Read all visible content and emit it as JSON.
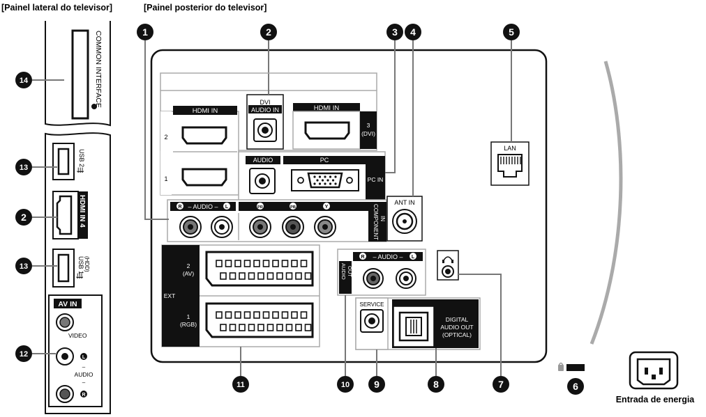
{
  "header": {
    "side_panel_title": "[Painel lateral do televisor]",
    "rear_panel_title": "[Painel posterior do televisor]"
  },
  "side_panel": {
    "common_interface": "COMMON INTERFACE",
    "usb2": "USB 2",
    "hdmi_in_4": "HDMI IN 4",
    "usb1_hdd": "(HDD)",
    "usb1": "USB 1",
    "av_in": "AV IN",
    "video": "VIDEO",
    "audio": "AUDIO",
    "dash": "–",
    "l_mark": "L",
    "r_mark": "R"
  },
  "rear_panel": {
    "hdmi_in_left": "HDMI IN",
    "hdmi_port_2": "2",
    "hdmi_port_1": "1",
    "dvi_audio_in_1": "DVI",
    "dvi_audio_in_2": "AUDIO IN",
    "hdmi_in_right": "HDMI IN",
    "hdmi_port_3a": "3",
    "hdmi_port_3b": "(DVI)",
    "audio": "AUDIO",
    "pc": "PC",
    "pc_in": "PC IN",
    "lan": "LAN",
    "component_audio": "– AUDIO –",
    "component_in_1": "COMPONENT",
    "component_in_2": "IN",
    "r_mark": "R",
    "l_mark": "L",
    "pr": "PR",
    "pb": "PB",
    "y": "Y",
    "ant_in": "ANT IN",
    "ext": "EXT",
    "scart2_a": "2",
    "scart2_b": "(AV)",
    "scart1_a": "1",
    "scart1_b": "(RGB)",
    "audio_out_audio": "– AUDIO –",
    "audio_out_1": "AUDIO",
    "audio_out_2": "OUT",
    "service": "SERVICE",
    "digital_1": "DIGITAL",
    "digital_2": "AUDIO OUT",
    "digital_3": "(OPTICAL)",
    "power_input": "Entrada de energia"
  },
  "callouts": [
    "1",
    "2",
    "3",
    "4",
    "5",
    "6",
    "7",
    "8",
    "9",
    "10",
    "11",
    "12",
    "13",
    "14"
  ]
}
